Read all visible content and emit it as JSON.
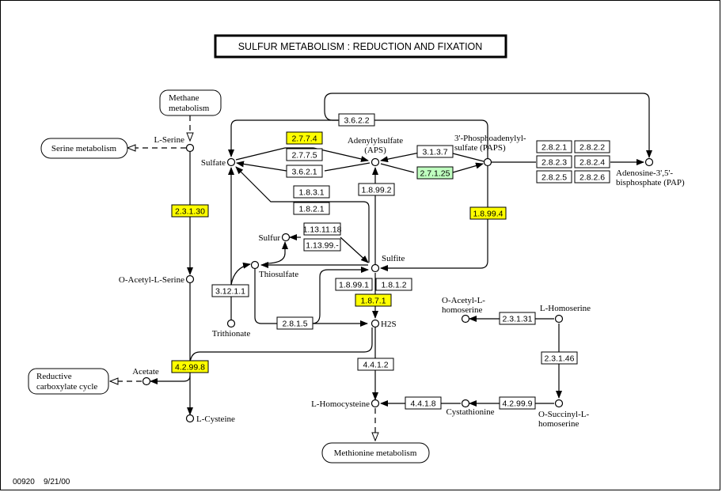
{
  "title": "SULFUR  METABOLISM : REDUCTION AND FIXATION",
  "footer": {
    "map_id": "00920",
    "date": "9/21/00"
  },
  "colors": {
    "highlight_yellow": "#ffff00",
    "highlight_green": "#bfffbf",
    "plain": "#ffffff",
    "line": "#000000"
  },
  "compounds": {
    "l_serine": "L-Serine",
    "sulfate": "Sulfate",
    "aps_1": "Adenylylsulfate",
    "aps_2": "(APS)",
    "paps_1": "3'-Phosphoadenylyl-",
    "paps_2": "sulfate (PAPS)",
    "pap_1": "Adenosine-3',5'-",
    "pap_2": "bisphosphate (PAP)",
    "sulfur": "Sulfur",
    "sulfite": "Sulfite",
    "thiosulfate": "Thiosulfate",
    "trithionate": "Trithionate",
    "h2s": "H2S",
    "o_acetyl_l_serine": "O-Acetyl-L-Serine",
    "acetate": "Acetate",
    "l_cysteine": "L-Cysteine",
    "l_homocysteine": "L-Homocysteine",
    "cystathionine": "Cystathionine",
    "o_acetyl_hs_1": "O-Acetyl-L-",
    "o_acetyl_hs_2": "homoserine",
    "l_homoserine": "L-Homoserine",
    "o_succinyl_1": "O-Succinyl-L-",
    "o_succinyl_2": "homoserine"
  },
  "maps": {
    "methane_1": "Methane",
    "methane_2": "metabolism",
    "serine": "Serine metabolism",
    "reductive_1": "Reductive",
    "reductive_2": "carboxylate cycle",
    "methionine": "Methionine metabolism"
  },
  "enzymes": [
    {
      "id": "ec-3-6-2-2",
      "label": "3.6.2.2",
      "status": "plain"
    },
    {
      "id": "ec-2-7-7-4",
      "label": "2.7.7.4",
      "status": "yellow"
    },
    {
      "id": "ec-2-7-7-5",
      "label": "2.7.7.5",
      "status": "plain"
    },
    {
      "id": "ec-3-6-2-1",
      "label": "3.6.2.1",
      "status": "plain"
    },
    {
      "id": "ec-3-1-3-7",
      "label": "3.1.3.7",
      "status": "plain"
    },
    {
      "id": "ec-2-7-1-25",
      "label": "2.7.1.25",
      "status": "green"
    },
    {
      "id": "ec-2-8-2-1",
      "label": "2.8.2.1",
      "status": "plain"
    },
    {
      "id": "ec-2-8-2-2",
      "label": "2.8.2.2",
      "status": "plain"
    },
    {
      "id": "ec-2-8-2-3",
      "label": "2.8.2.3",
      "status": "plain"
    },
    {
      "id": "ec-2-8-2-4",
      "label": "2.8.2.4",
      "status": "plain"
    },
    {
      "id": "ec-2-8-2-5",
      "label": "2.8.2.5",
      "status": "plain"
    },
    {
      "id": "ec-2-8-2-6",
      "label": "2.8.2.6",
      "status": "plain"
    },
    {
      "id": "ec-1-8-3-1",
      "label": "1.8.3.1",
      "status": "plain"
    },
    {
      "id": "ec-1-8-2-1",
      "label": "1.8.2.1",
      "status": "plain"
    },
    {
      "id": "ec-1-8-99-2",
      "label": "1.8.99.2",
      "status": "plain"
    },
    {
      "id": "ec-1-8-99-4",
      "label": "1.8.99.4",
      "status": "yellow"
    },
    {
      "id": "ec-2-3-1-30",
      "label": "2.3.1.30",
      "status": "yellow"
    },
    {
      "id": "ec-1-13-11-18",
      "label": "1.13.11.18",
      "status": "plain"
    },
    {
      "id": "ec-1-13-99",
      "label": "1.13.99.-",
      "status": "plain"
    },
    {
      "id": "ec-3-12-1-1",
      "label": "3.12.1.1",
      "status": "plain"
    },
    {
      "id": "ec-1-8-99-1",
      "label": "1.8.99.1",
      "status": "plain"
    },
    {
      "id": "ec-1-8-1-2",
      "label": "1.8.1.2",
      "status": "plain"
    },
    {
      "id": "ec-1-8-7-1",
      "label": "1.8.7.1",
      "status": "yellow"
    },
    {
      "id": "ec-2-8-1-5",
      "label": "2.8.1.5",
      "status": "plain"
    },
    {
      "id": "ec-4-2-99-8",
      "label": "4.2.99.8",
      "status": "yellow"
    },
    {
      "id": "ec-4-4-1-2",
      "label": "4.4.1.2",
      "status": "plain"
    },
    {
      "id": "ec-4-4-1-8",
      "label": "4.4.1.8",
      "status": "plain"
    },
    {
      "id": "ec-4-2-99-9",
      "label": "4.2.99.9",
      "status": "plain"
    },
    {
      "id": "ec-2-3-1-31",
      "label": "2.3.1.31",
      "status": "plain"
    },
    {
      "id": "ec-2-3-1-46",
      "label": "2.3.1.46",
      "status": "plain"
    }
  ]
}
